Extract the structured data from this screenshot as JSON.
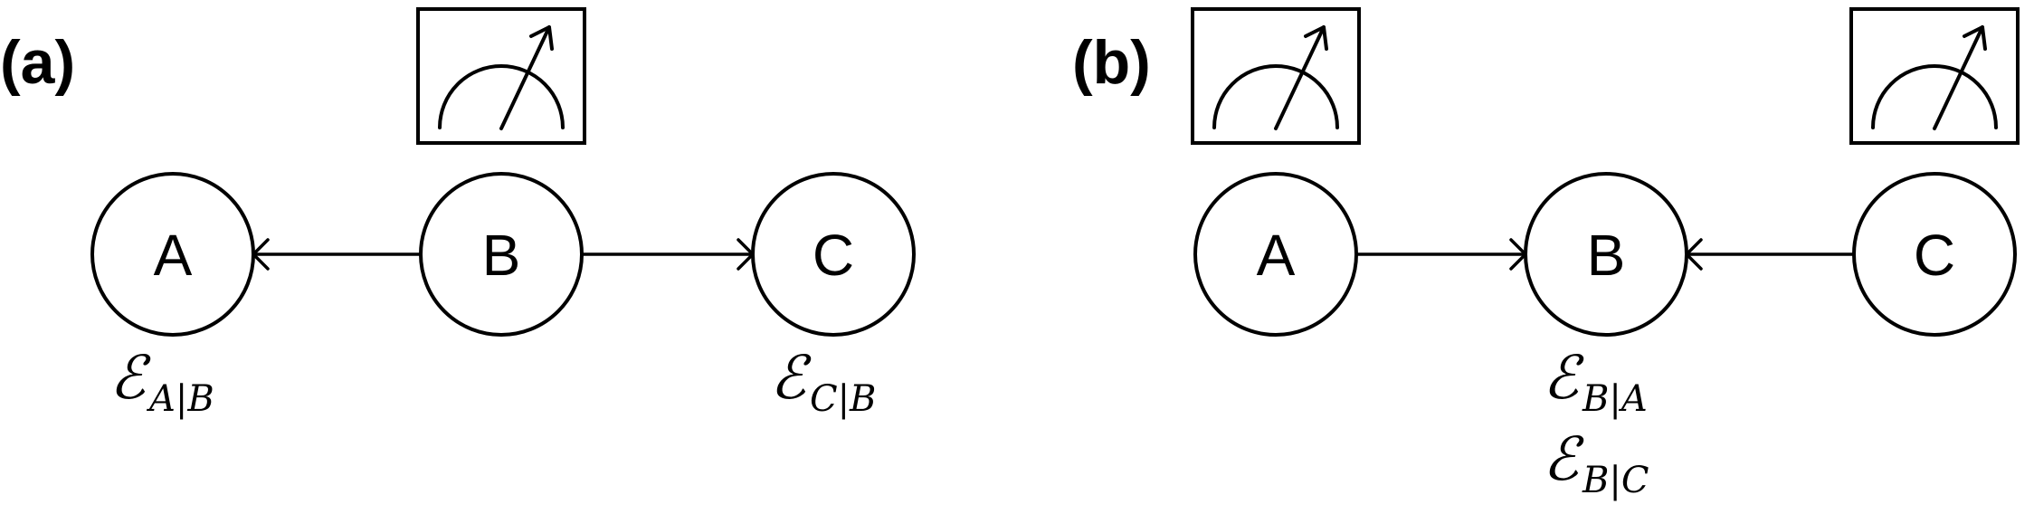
{
  "panels": [
    {
      "id": "a",
      "label": "(a)",
      "nodes": [
        {
          "id": "A",
          "label": "A"
        },
        {
          "id": "B",
          "label": "B"
        },
        {
          "id": "C",
          "label": "C"
        }
      ],
      "edges": [
        {
          "from": "B",
          "to": "A"
        },
        {
          "from": "B",
          "to": "C"
        }
      ],
      "measured": [
        "B"
      ],
      "annotations": [
        {
          "node": "A",
          "lines": [
            {
              "main": "ℰ",
              "sub": "A|B"
            }
          ]
        },
        {
          "node": "C",
          "lines": [
            {
              "main": "ℰ",
              "sub": "C|B"
            }
          ]
        }
      ]
    },
    {
      "id": "b",
      "label": "(b)",
      "nodes": [
        {
          "id": "A",
          "label": "A"
        },
        {
          "id": "B",
          "label": "B"
        },
        {
          "id": "C",
          "label": "C"
        }
      ],
      "edges": [
        {
          "from": "A",
          "to": "B"
        },
        {
          "from": "C",
          "to": "B"
        }
      ],
      "measured": [
        "A",
        "C"
      ],
      "annotations": [
        {
          "node": "B",
          "lines": [
            {
              "main": "ℰ",
              "sub": "B|A"
            },
            {
              "main": "ℰ",
              "sub": "B|C"
            }
          ]
        }
      ]
    }
  ],
  "icons": {
    "meter": "measurement-meter-icon"
  }
}
